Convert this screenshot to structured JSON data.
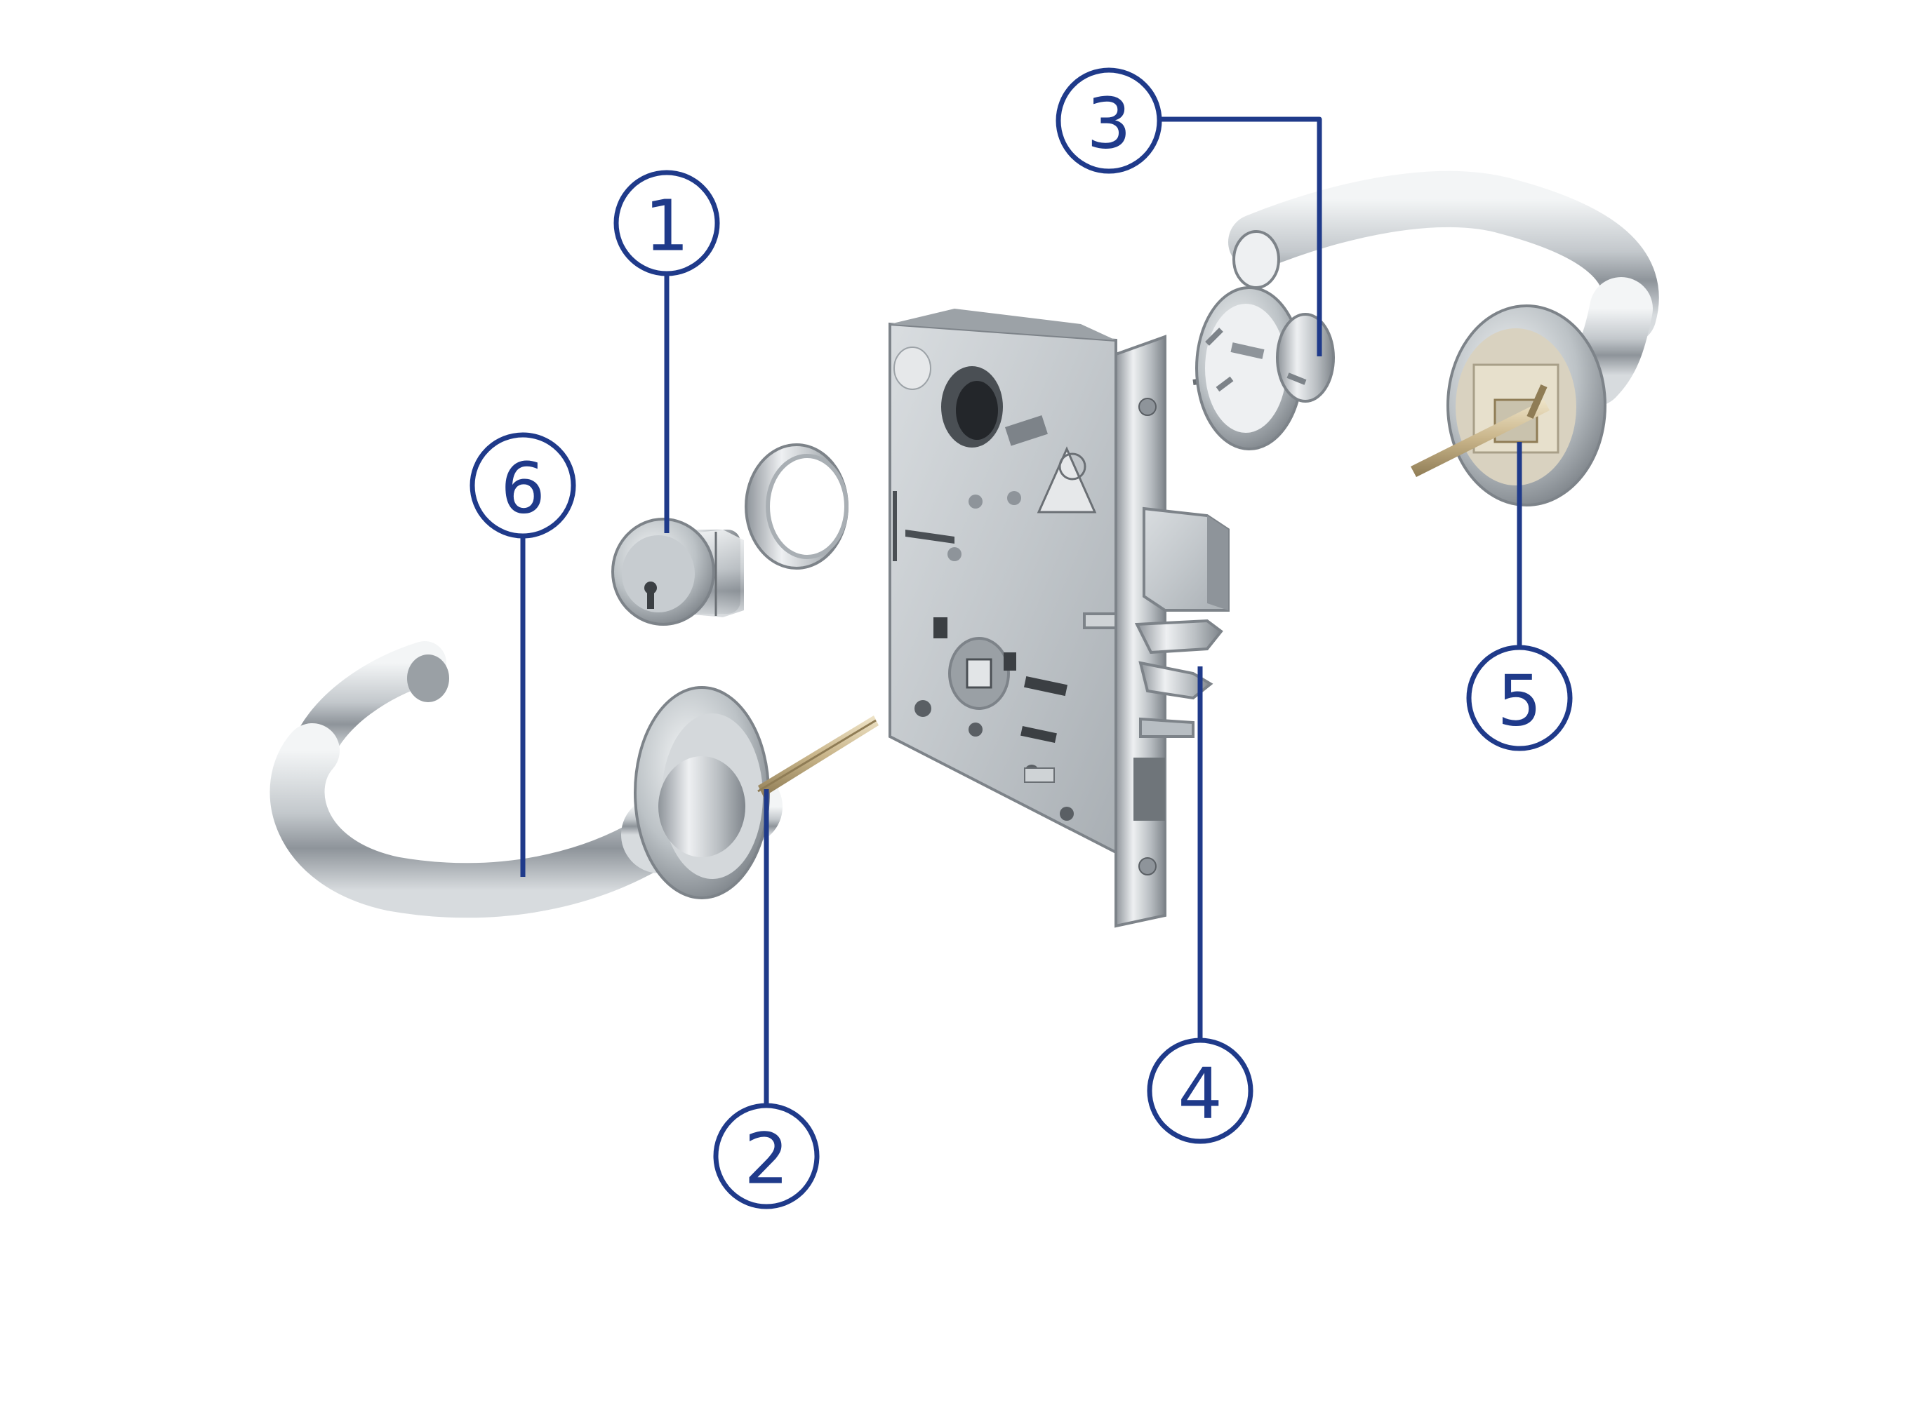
{
  "colors": {
    "callout": "#1f3a8a",
    "background": "#ffffff",
    "steel_light": "#e9ecee",
    "steel_mid": "#b8bec3",
    "steel_dark": "#7d8389",
    "brass": "#c9b58a"
  },
  "callouts": [
    {
      "id": "callout-1",
      "number": "1",
      "points_to": "cylinder"
    },
    {
      "id": "callout-2",
      "number": "2",
      "points_to": "left-rose-spindle"
    },
    {
      "id": "callout-3",
      "number": "3",
      "points_to": "right-rose"
    },
    {
      "id": "callout-4",
      "number": "4",
      "points_to": "mortise-latch"
    },
    {
      "id": "callout-5",
      "number": "5",
      "points_to": "right-lever-rose"
    },
    {
      "id": "callout-6",
      "number": "6",
      "points_to": "left-lever"
    }
  ]
}
